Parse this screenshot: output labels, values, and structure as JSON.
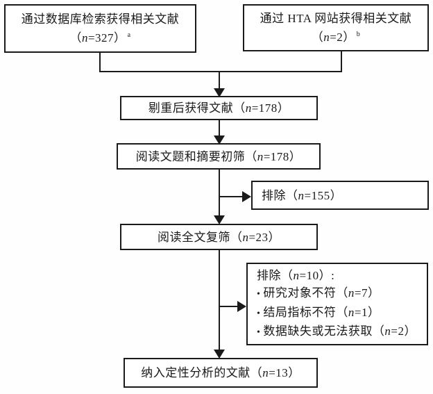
{
  "colors": {
    "line": "#1a1a1a",
    "text": "#1a1a1a",
    "box_background": "#ffffff",
    "page_background": "#fefefe"
  },
  "nodes": {
    "db": {
      "line1": "通过数据库检索获得相关文献",
      "n_open": "（",
      "n_var": "n",
      "n_rest": "=327）",
      "sup": "a"
    },
    "hta": {
      "line1": "通过 HTA 网站获得相关文献",
      "n_open": "（",
      "n_var": "n",
      "n_rest": "=2）",
      "sup": "b"
    },
    "dedup": {
      "text": "剔重后获得文献",
      "n_open": "（",
      "n_var": "n",
      "n_rest": "=178）"
    },
    "screen_title": {
      "text": "阅读文题和摘要初筛",
      "n_open": "（",
      "n_var": "n",
      "n_rest": "=178）"
    },
    "excluded_title": {
      "text": "排除",
      "n_open": "（",
      "n_var": "n",
      "n_rest": "=155）"
    },
    "screen_fulltext": {
      "text": "阅读全文复筛",
      "n_open": "（",
      "n_var": "n",
      "n_rest": "=23）"
    },
    "excluded_fulltext": {
      "header_text": "排除",
      "header_open": "（",
      "header_var": "n",
      "header_rest": "=10）:",
      "items": [
        {
          "bullet": "•",
          "text": "研究对象不符",
          "n_open": "（",
          "n_var": "n",
          "n_rest": "=7）"
        },
        {
          "bullet": "•",
          "text": "结局指标不符",
          "n_open": "（",
          "n_var": "n",
          "n_rest": "=1）"
        },
        {
          "bullet": "•",
          "text": "数据缺失或无法获取",
          "n_open": "（",
          "n_var": "n",
          "n_rest": "=2）"
        }
      ]
    },
    "included": {
      "text": "纳入定性分析的文献",
      "n_open": "（",
      "n_var": "n",
      "n_rest": "=13）"
    }
  }
}
